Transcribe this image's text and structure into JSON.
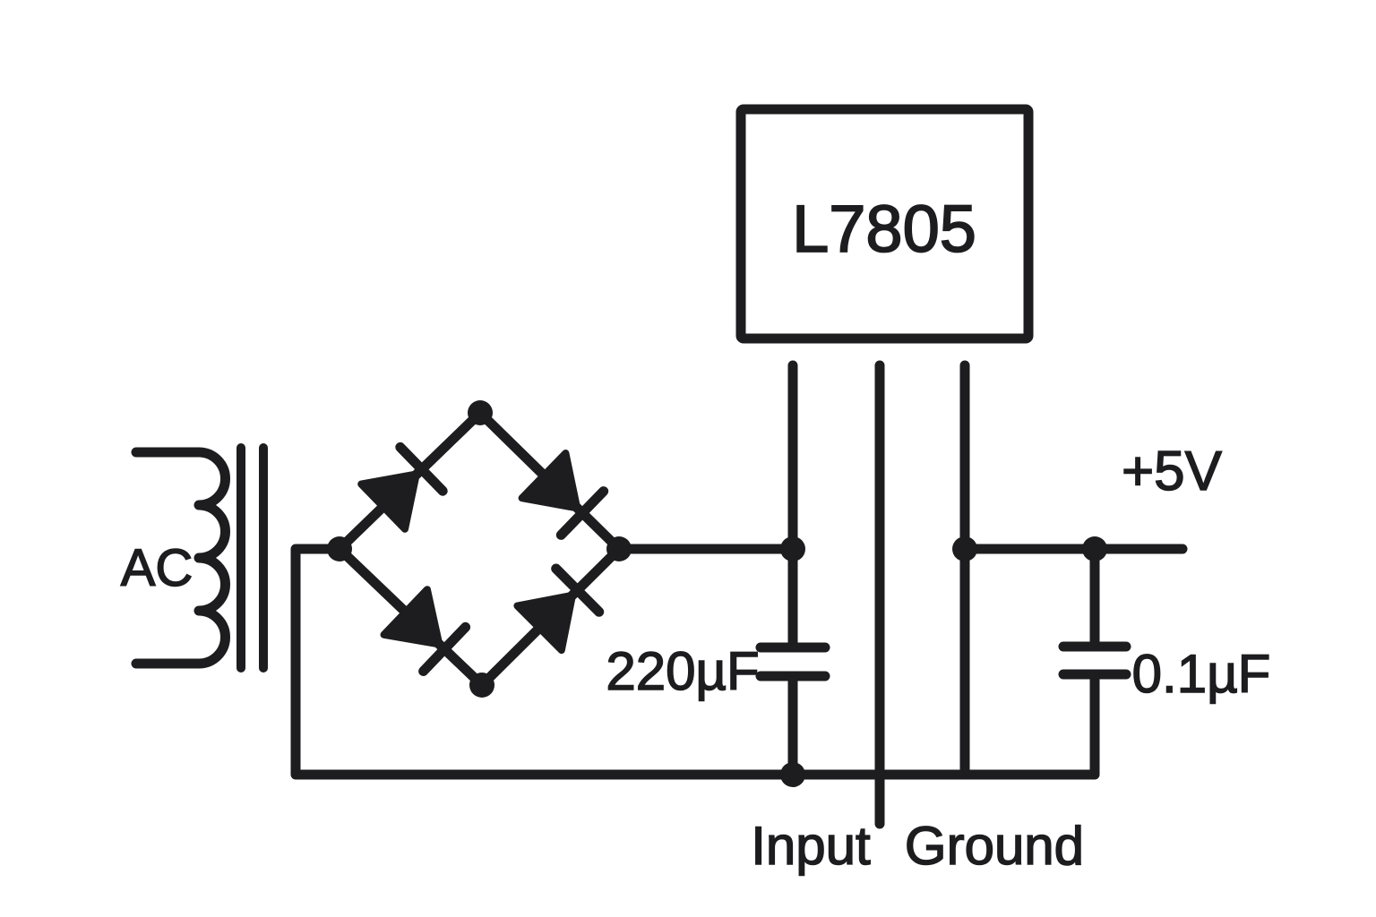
{
  "colors": {
    "ink": "#1d1d1f",
    "background": "#ffffff"
  },
  "schematic": {
    "transformer": {
      "label": "AC"
    },
    "bridge_rectifier": {
      "diode_count": 4
    },
    "smoothing_capacitor": {
      "value": "220µF"
    },
    "regulator": {
      "label": "L7805",
      "pin_labels": {
        "input": "Input",
        "ground": "Ground"
      }
    },
    "output_capacitor": {
      "value": "0.1µF"
    },
    "output": {
      "label": "+5V"
    }
  }
}
